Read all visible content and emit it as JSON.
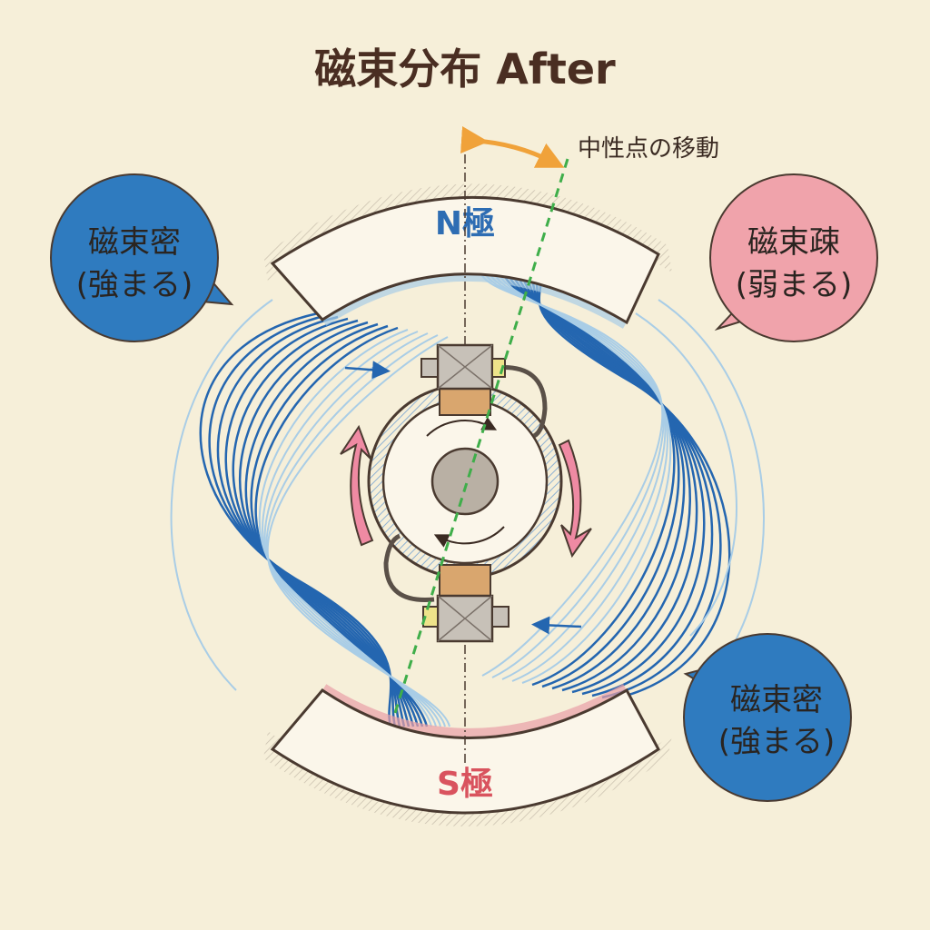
{
  "title": "磁束分布 After",
  "neutral_shift_label": "中性点の移動",
  "n_pole": "N極",
  "s_pole": "S極",
  "bubbles": [
    {
      "line1": "磁束密",
      "line2": "(強まる)",
      "color": "#2f7bbf"
    },
    {
      "line1": "磁束疎",
      "line2": "(弱まる)",
      "color": "#f0a3ab"
    },
    {
      "line1": "磁束密",
      "line2": "(強まる)",
      "color": "#2f7bbf"
    }
  ],
  "colors": {
    "background": "#f6efd9",
    "n_pole_text": "#2e6db3",
    "s_pole_text": "#d9535e",
    "field_dark": "#2466b0",
    "field_light": "#a9cde6",
    "neutral_line": "#3fae4a",
    "rotation_arrow": "#ef8aa3",
    "shift_arrow": "#f0a23a"
  }
}
